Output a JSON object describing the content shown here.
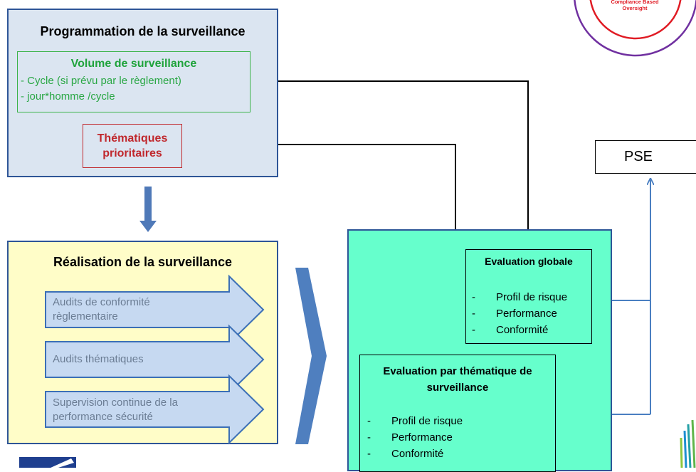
{
  "programmation": {
    "title": "Programmation de la surveillance",
    "volume": {
      "title": "Volume de surveillance",
      "lines": [
        "- Cycle (si prévu par le règlement)",
        "- jour*homme /cycle"
      ]
    },
    "thematiques": "Thématiques\nprioritaires"
  },
  "realisation": {
    "title": "Réalisation de la surveillance",
    "arrows": [
      "Audits de conformité\nrèglementaire",
      "Audits thématiques",
      "Supervision continue de la\nperformance sécurité"
    ]
  },
  "evaluation_globale": {
    "title": "Evaluation globale",
    "items": [
      "Profil de risque",
      "Performance",
      "Conformité"
    ]
  },
  "evaluation_thematique": {
    "title": "Evaluation par thématique de\nsurveillance",
    "items": [
      "Profil de risque",
      "Performance",
      "Conformité"
    ]
  },
  "pse": "PSE",
  "logo": {
    "text": "Compliance Based\nOversight",
    "inner_color": "#e01b24",
    "outer_color": "#7030a0"
  },
  "colors": {
    "prog_fill": "#dbe5f1",
    "real_fill": "#fffdc8",
    "eval_fill": "#66ffcc",
    "arrow_fill": "#c6d9f1",
    "border_blue": "#2e5597",
    "connector_blue": "#4a7fc1"
  }
}
